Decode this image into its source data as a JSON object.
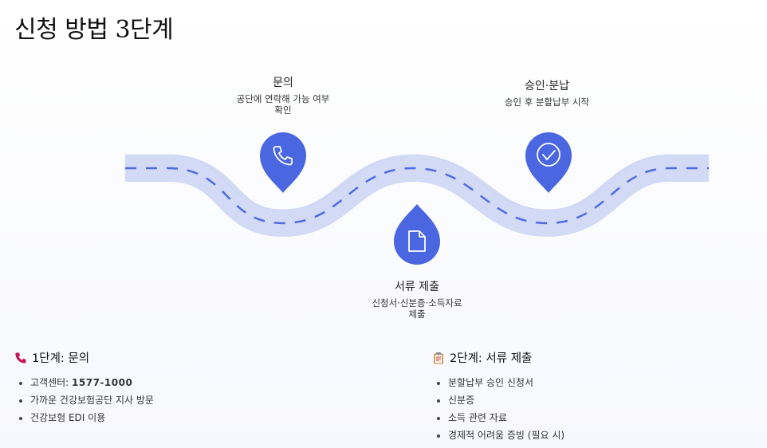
{
  "title": "신청 방법 3단계",
  "steps": [
    {
      "icon": "phone-icon",
      "title": "문의",
      "desc_line1": "공단에 연락해 가능 여부",
      "desc_line2": "확인"
    },
    {
      "icon": "document-icon",
      "title": "서류 제출",
      "desc_line1": "신청서·신분증·소득자료",
      "desc_line2": "제출"
    },
    {
      "icon": "check-circle-icon",
      "title": "승인·분납",
      "desc_line1": "승인 후 분할납부 시작",
      "desc_line2": ""
    }
  ],
  "sections": [
    {
      "icon": "phone-icon",
      "heading": "1단계: 문의",
      "items": [
        {
          "label": "고객센터: ",
          "strong": "1577-1000"
        },
        {
          "label": "가까운 건강보험공단 지사 방문",
          "strong": ""
        },
        {
          "label": "건강보험 EDI 이용",
          "strong": ""
        }
      ]
    },
    {
      "icon": "clipboard-icon",
      "heading": "2단계: 서류 제출",
      "items": [
        {
          "label": "분할납부 승인 신청서"
        },
        {
          "label": "신분증"
        },
        {
          "label": "소득 관련 자료"
        },
        {
          "label": "경제적 어려움 증빙 (필요 시)"
        }
      ]
    }
  ],
  "colors": {
    "road": "#d3daf6",
    "dash": "#4e6be0",
    "pin": "#4a66e0"
  }
}
